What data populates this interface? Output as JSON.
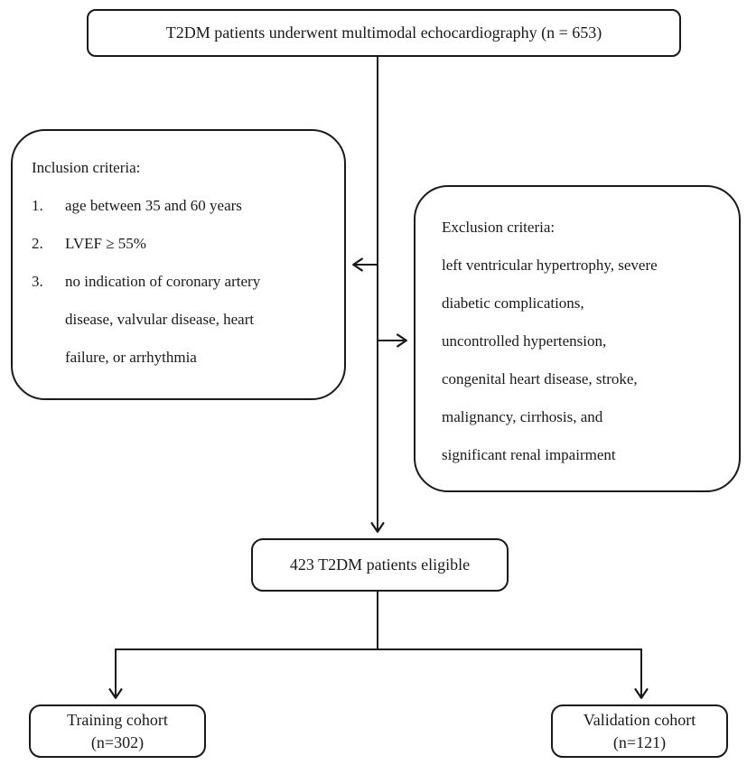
{
  "colors": {
    "line": "#1a1a1a",
    "background": "#ffffff"
  },
  "boxes": {
    "top": {
      "text": "T2DM patients underwent multimodal echocardiography (n = 653)"
    },
    "inclusion": {
      "lines": [
        {
          "marker": "",
          "text": "Inclusion criteria:"
        },
        {
          "marker": "1.",
          "text": "age between 35 and 60 years"
        },
        {
          "marker": "2.",
          "text": "LVEF ≥ 55%"
        },
        {
          "marker": "3.",
          "text": "no indication of coronary artery"
        },
        {
          "marker": "",
          "text": "disease, valvular disease, heart"
        },
        {
          "marker": "",
          "text": "failure, or arrhythmia"
        }
      ]
    },
    "exclusion": {
      "lines": [
        "Exclusion criteria:",
        "left ventricular hypertrophy, severe",
        "diabetic complications,",
        "uncontrolled hypertension,",
        "congenital heart disease, stroke,",
        "malignancy, cirrhosis, and",
        "significant renal impairment"
      ]
    },
    "eligible": {
      "text": "423 T2DM patients eligible"
    },
    "training": {
      "line1": "Training cohort",
      "line2": "(n=302)"
    },
    "validation": {
      "line1": "Validation cohort",
      "line2": "(n=121)"
    }
  }
}
